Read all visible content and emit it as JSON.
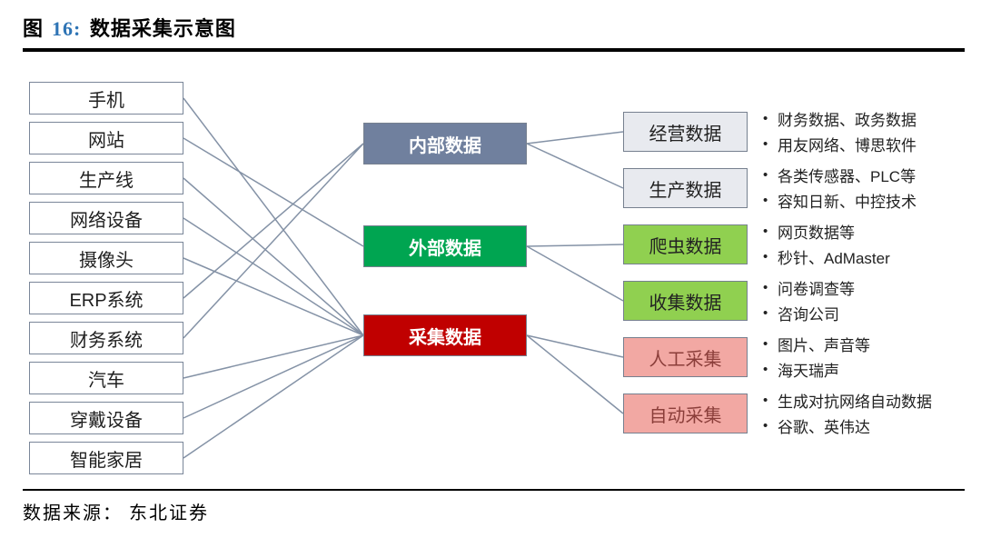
{
  "title": {
    "fig": "图",
    "num": "16:",
    "rest": "数据采集示意图"
  },
  "source": "数据来源： 东北证券",
  "colors": {
    "figure_number_blue": "#2E74B5",
    "internal_slate": "#70809E",
    "external_green": "#00A551",
    "collected_red": "#C00000",
    "subbox_gray": "#E8EAEF",
    "subbox_green": "#90D050",
    "subbox_pink": "#F2A8A3",
    "connector_gray": "#8492A6",
    "box_border": "#7A8699"
  },
  "left_nodes": [
    "手机",
    "网站",
    "生产线",
    "网络设备",
    "摄像头",
    "ERP系统",
    "财务系统",
    "汽车",
    "穿戴设备",
    "智能家居"
  ],
  "middle_nodes": [
    {
      "label": "内部数据",
      "bg": "#70809E",
      "text": "#FFFFFF"
    },
    {
      "label": "外部数据",
      "bg": "#00A551",
      "text": "#FFFFFF"
    },
    {
      "label": "采集数据",
      "bg": "#C00000",
      "text": "#FFFFFF"
    }
  ],
  "right_nodes": [
    {
      "label": "经营数据",
      "bg": "#E8EAEF",
      "text": "#222222",
      "bullets": [
        "财务数据、政务数据",
        "用友网络、博思软件"
      ]
    },
    {
      "label": "生产数据",
      "bg": "#E8EAEF",
      "text": "#222222",
      "bullets": [
        "各类传感器、PLC等",
        "容知日新、中控技术"
      ]
    },
    {
      "label": "爬虫数据",
      "bg": "#90D050",
      "text": "#222222",
      "bullets": [
        "网页数据等",
        "秒针、AdMaster"
      ]
    },
    {
      "label": "收集数据",
      "bg": "#90D050",
      "text": "#222222",
      "bullets": [
        "问卷调查等",
        "咨询公司"
      ]
    },
    {
      "label": "人工采集",
      "bg": "#F2A8A3",
      "text": "#8B3E3A",
      "bullets": [
        "图片、声音等",
        "海天瑞声"
      ]
    },
    {
      "label": "自动采集",
      "bg": "#F2A8A3",
      "text": "#8B3E3A",
      "bullets": [
        "生成对抗网络自动数据",
        "谷歌、英伟达"
      ]
    }
  ],
  "connections": {
    "left_to_middle": [
      [
        0,
        2
      ],
      [
        1,
        1
      ],
      [
        2,
        2
      ],
      [
        3,
        2
      ],
      [
        4,
        2
      ],
      [
        5,
        0
      ],
      [
        6,
        0
      ],
      [
        7,
        2
      ],
      [
        8,
        2
      ],
      [
        9,
        2
      ]
    ],
    "middle_to_right": [
      [
        0,
        0
      ],
      [
        0,
        1
      ],
      [
        1,
        2
      ],
      [
        1,
        3
      ],
      [
        2,
        4
      ],
      [
        2,
        5
      ]
    ]
  }
}
